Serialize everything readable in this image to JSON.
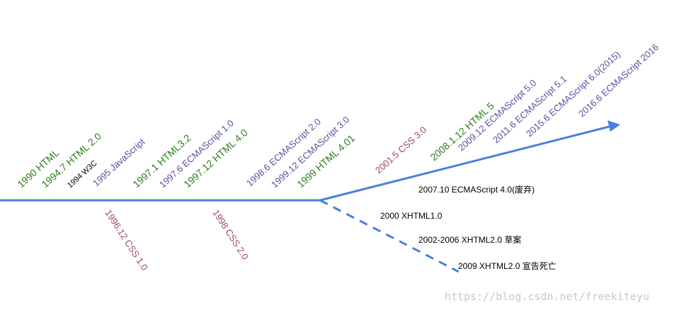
{
  "colors": {
    "line": "#4a7fdc",
    "html": "#2e7d1f",
    "ecma": "#5b4fa0",
    "css": "#a0446a",
    "w3c": "#000000",
    "xhtml": "#000000",
    "watermark": "#c8c8c8"
  },
  "labels": {
    "html_1990": "1990 HTML",
    "html_1994_7": "1994.7 HTML 2.0",
    "w3c_1994": "1994 W3C",
    "js_1995": "1995 JavaScript",
    "html_1997_1": "1997.1 HTML3.2",
    "ecma_1997_6": "1997.6 ECMAScript 1.0",
    "html_1997_12": "1997.12 HTML 4.0",
    "ecma_1998_6": "1998.6 ECMAScript 2.0",
    "ecma_1999_12": "1999.12 ECMAScript 3.0",
    "html_1999": "1999 HTML 4.01",
    "css_2001_5": "2001.5 CSS 3.0",
    "html_2008": "2008.1.12 HTML 5",
    "ecma_2009_12": "2009.12 ECMAScript 5.0",
    "ecma_2011_6": "2011.6 ECMAScript 5.1",
    "ecma_2015_6": "2015.6 ECMAScript 6.0(2015)",
    "ecma_2016_6": "2016.6 ECMAScript 2016",
    "css_1996_12": "1996.12 CSS 1.0",
    "css_1998": "1998  CSS 2.0",
    "ecma4_2007": "2007.10 ECMAScript 4.0(废弃)",
    "xhtml_2000": "2000 XHTML1.0",
    "xhtml2_2002": "2002-2006 XHTML2.0 草案",
    "xhtml2_2009": "2009 XHTML2.0 宣告死亡"
  },
  "watermark": "https://blog.csdn.net/freekiteyu"
}
